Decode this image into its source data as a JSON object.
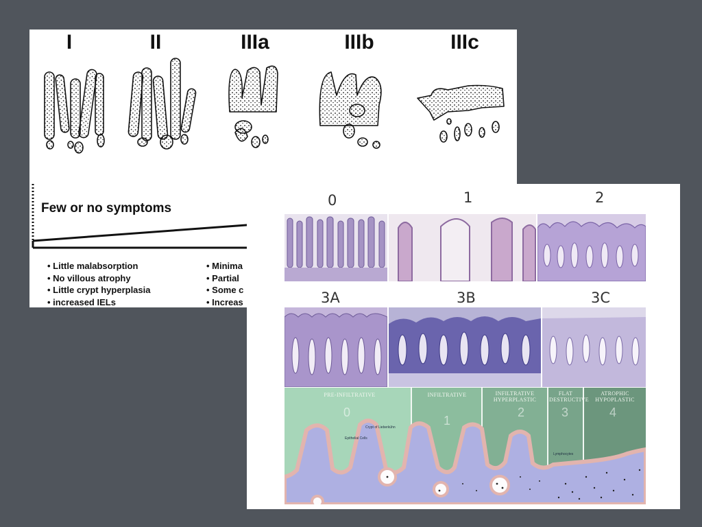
{
  "marsh_panel": {
    "stages": [
      "I",
      "II",
      "IIIa",
      "IIIb",
      "IIIc"
    ],
    "symptom_label": "Few or no symptoms",
    "bullets_col1": [
      "• Little malabsorption",
      "• No villous atrophy",
      "• Little crypt hyperplasia",
      "• increased  IELs"
    ],
    "bullets_col2": [
      "• Minima",
      "• Partial",
      "• Some c",
      "• Increas"
    ]
  },
  "histology_panel": {
    "row1_labels": [
      "0",
      "1",
      "2"
    ],
    "row2_labels": [
      "3A",
      "3B",
      "3C"
    ],
    "diagram_sections": [
      {
        "label": "Pre-Infiltrative",
        "number": "0",
        "color": "#a7d6b9"
      },
      {
        "label": "Infiltrative",
        "number": "1",
        "color": "#8cbd9e"
      },
      {
        "label": "Infiltrative Hyperplastic",
        "number": "2",
        "color": "#82b094"
      },
      {
        "label": "Flat Destructive",
        "number": "3",
        "color": "#78a48a"
      },
      {
        "label": "Atrophic Hypoplastic",
        "number": "4",
        "color": "#6c967d"
      }
    ],
    "annotations": [
      "Crypt of Lieberkühn",
      "Epithelial Cells",
      "Lymphocytes"
    ],
    "colors": {
      "stain_purple": "#9b86c0",
      "tissue_blue": "#aeb0e2",
      "epithelium_pink": "#e2b4ae"
    }
  }
}
